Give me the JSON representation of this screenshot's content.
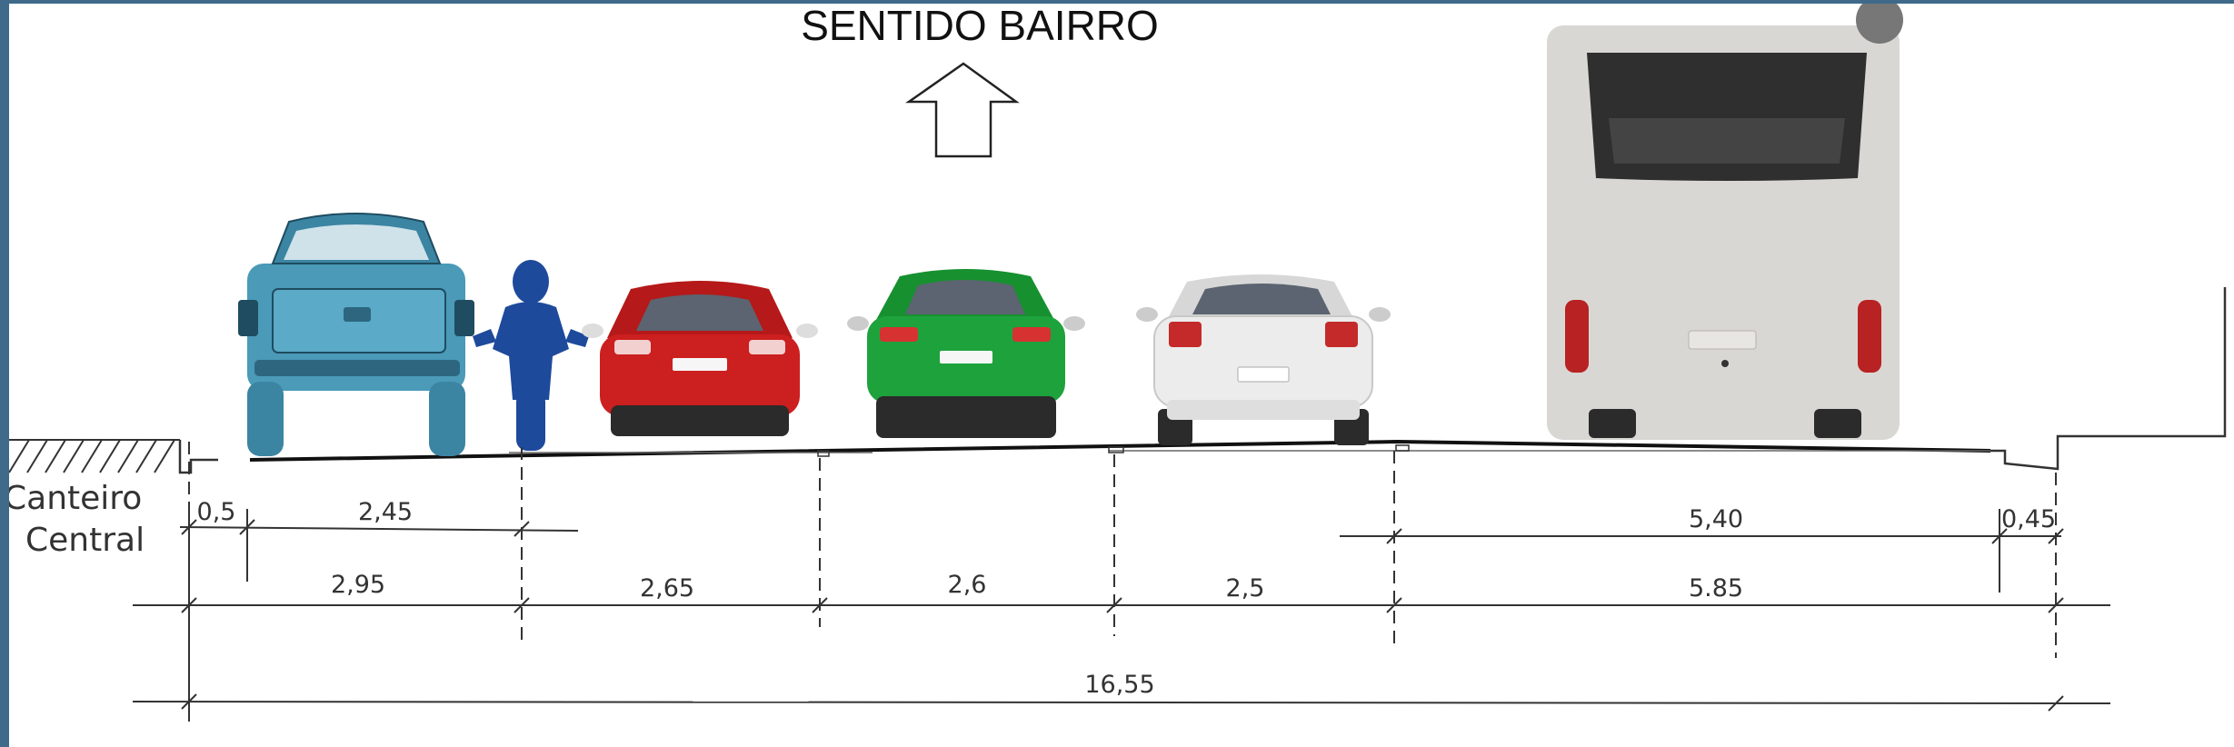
{
  "title": "SENTIDO BAIRRO",
  "median_label": [
    "Canteiro",
    "Central"
  ],
  "dims_row1": [
    "0,5",
    "2,45",
    "5,40",
    "0,45"
  ],
  "dims_row2": [
    "2,95",
    "2,65",
    "2,6",
    "2,5",
    "5.85"
  ],
  "total": "16,55",
  "vehicles": [
    "pickup-truck",
    "motorcycle",
    "red-car",
    "green-car",
    "white-car",
    "bus"
  ],
  "colors": {
    "pickup": "#4a9ab8",
    "motorcycle": "#1e4a9c",
    "red_car": "#cc1f1f",
    "green_car": "#1ea33c",
    "white_car": "#e8e8e8",
    "bus": "#d9d7d4"
  }
}
